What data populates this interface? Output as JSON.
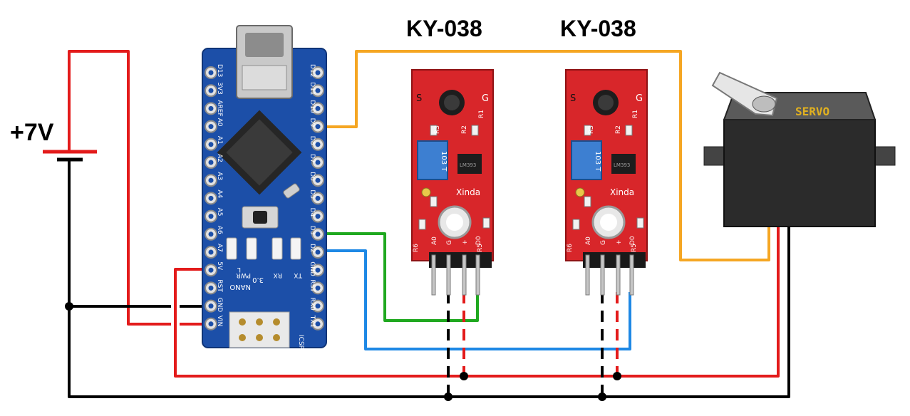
{
  "power_label": "+7V",
  "sensor_title_left": "KY-038",
  "sensor_title_right": "KY-038",
  "arduino": {
    "pins_left": [
      "D13",
      "3V3",
      "AREF",
      "A0",
      "A1",
      "A2",
      "A3",
      "A4",
      "A5",
      "A6",
      "A7",
      "5V",
      "RST",
      "GND",
      "VIN"
    ],
    "pins_right": [
      "D12",
      "D11",
      "D10",
      "D9",
      "D8",
      "D7",
      "D6",
      "D5",
      "D4",
      "D3",
      "D2",
      "GND",
      "RST",
      "RX0",
      "TX1"
    ],
    "board_name": "NANO",
    "version": "3.0",
    "led_labels": [
      "PWR",
      "RX",
      "TX",
      "L"
    ],
    "icsp_label": "ICSP"
  },
  "sensor_module": {
    "pin_s": "S",
    "pin_g": "G",
    "brand": "Xinda",
    "pot_text": "103 T",
    "bottom_pins": [
      "A0",
      "G",
      "+",
      "D0"
    ],
    "resistors": [
      "R1",
      "R2",
      "R3",
      "R5",
      "R6"
    ],
    "chip_text": "LM393"
  },
  "servo_label": "SERVO",
  "colors": {
    "power_red": "#e31b1b",
    "ground_black": "#000000",
    "signal_orange": "#f5a623",
    "signal_green": "#1fa81f",
    "signal_blue": "#1e88e5",
    "board_blue": "#1c4fa8",
    "sensor_red": "#d8262a",
    "servo_body": "#2b2b2b"
  }
}
